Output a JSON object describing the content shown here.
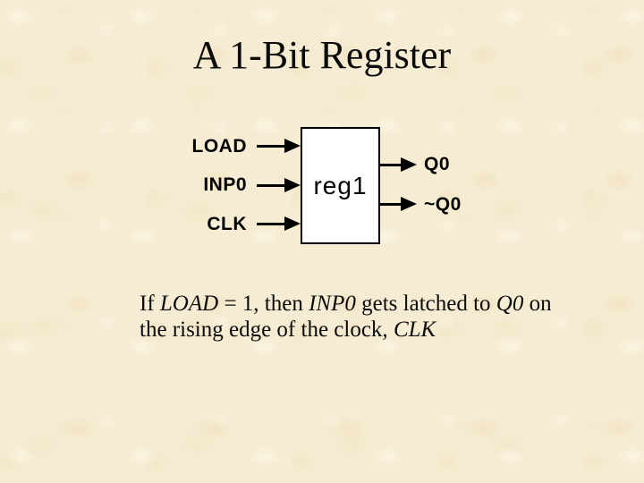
{
  "slide": {
    "title": "A 1-Bit Register",
    "background_color": "#f6ecd3",
    "text_color": "#000000"
  },
  "diagram": {
    "block_label": "reg1",
    "block_fill": "#ffffff",
    "line_color": "#000000",
    "inputs": [
      {
        "label": "LOAD"
      },
      {
        "label": "INP0"
      },
      {
        "label": "CLK"
      }
    ],
    "outputs": [
      {
        "label": "Q0"
      },
      {
        "label": "~Q0"
      }
    ]
  },
  "body": {
    "lines": [
      {
        "segments": [
          {
            "text": "If ",
            "italic": false
          },
          {
            "text": "LOAD",
            "italic": true
          },
          {
            "text": " = 1, then ",
            "italic": false
          },
          {
            "text": "INP0",
            "italic": true
          },
          {
            "text": " gets latched to ",
            "italic": false
          },
          {
            "text": "Q0",
            "italic": true
          },
          {
            "text": " on",
            "italic": false
          }
        ]
      },
      {
        "segments": [
          {
            "text": "the rising edge of the clock, ",
            "italic": false
          },
          {
            "text": "CLK",
            "italic": true
          }
        ]
      }
    ]
  }
}
